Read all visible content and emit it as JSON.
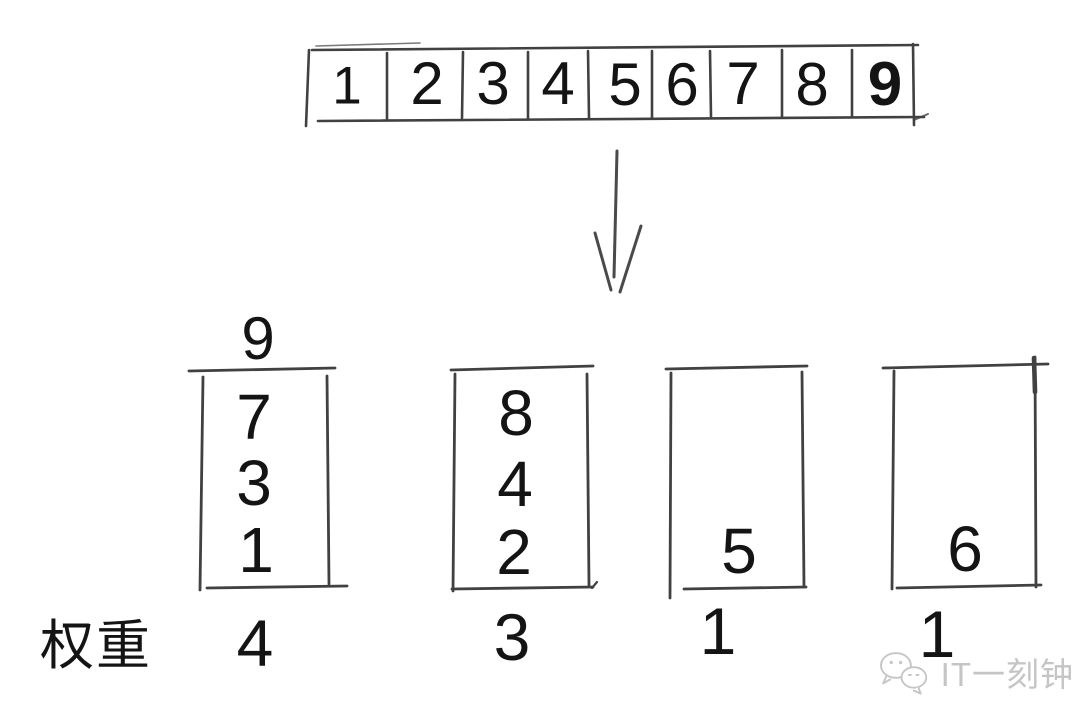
{
  "array": {
    "cells": [
      "1",
      "2",
      "3",
      "4",
      "5",
      "6",
      "7",
      "8",
      "9"
    ],
    "bold_cell_index": 8
  },
  "buckets": [
    {
      "above": "9",
      "items": [
        "7",
        "3",
        "1"
      ],
      "weight": "4"
    },
    {
      "above": "",
      "items": [
        "8",
        "4",
        "2"
      ],
      "weight": "3"
    },
    {
      "above": "",
      "items": [
        "5"
      ],
      "weight": "1"
    },
    {
      "above": "",
      "items": [
        "6"
      ],
      "weight": "1"
    }
  ],
  "labels": {
    "weight": "权重"
  },
  "watermark": {
    "icon": "wechat-icon",
    "text": "IT一刻钟"
  },
  "colors": {
    "ink": "#141414",
    "stroke": "#414141",
    "watermark": "#c5c5c5",
    "background": "#ffffff"
  }
}
